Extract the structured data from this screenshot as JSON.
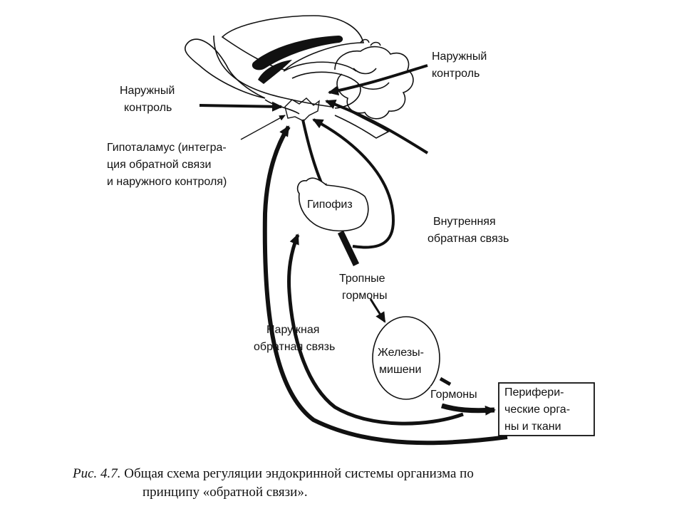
{
  "labels": {
    "external_control_right": [
      "Наружный",
      "контроль"
    ],
    "external_control_left": [
      "Наружный",
      "контроль"
    ],
    "hypothalamus": [
      "Гипоталамус (интегра-",
      "ция обратной связи",
      "и наружного контроля)"
    ],
    "pituitary": "Гипофиз",
    "internal_feedback": [
      "Внутренняя",
      "обратная связь"
    ],
    "tropic_hormones": [
      "Тропные",
      "гормоны"
    ],
    "external_feedback": [
      "Наружная",
      "обратная связь"
    ],
    "target_glands": [
      "Железы-",
      "мишени"
    ],
    "hormones": "Гормоны",
    "peripheral_organs": [
      "Перифери-",
      "ческие орга-",
      "ны и ткани"
    ]
  },
  "caption": {
    "prefix": "Рис. 4.7.",
    "line1": "Общая схема регуляции эндокринной системы организма по",
    "line2": "принципу «обратной связи»."
  }
}
